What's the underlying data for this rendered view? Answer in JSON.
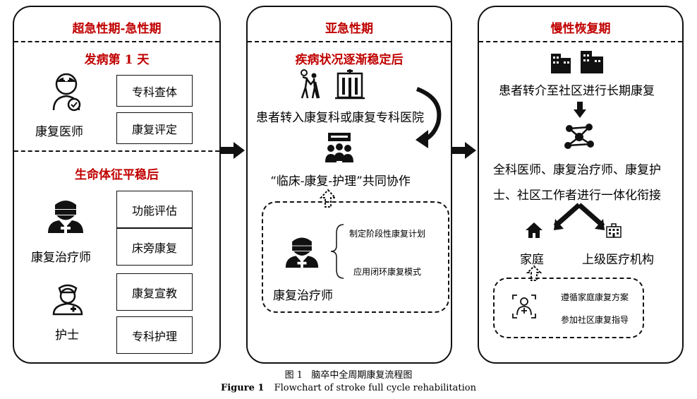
{
  "panels": {
    "hyperacute": {
      "title": "超急性期-急性期",
      "onset": {
        "heading": "发病第 1 天",
        "role": "康复医师",
        "tasks": [
          "专科查体",
          "康复评定"
        ]
      },
      "stable": {
        "heading": "生命体征平稳后",
        "therapist": {
          "role": "康复治疗师",
          "tasks": [
            "功能评估",
            "床旁康复"
          ]
        },
        "nurse": {
          "role": "护士",
          "tasks": [
            "康复宣教",
            "专科护理"
          ]
        }
      }
    },
    "subacute": {
      "title": "亚急性期",
      "heading": "疾病状况逐渐稳定后",
      "transfer": "患者转入康复科或康复专科医院",
      "collab": "“临床-康复-护理”共同协作",
      "role": "康复治疗师",
      "tasks": [
        "制定阶段性康复计划",
        "应用闭环康复模式"
      ]
    },
    "chronic": {
      "title": "慢性恢复期",
      "transfer": "患者转介至社区进行长期康复",
      "team_line1": "全科医师、康复治疗师、康复护",
      "team_line2": "士、社区工作者进行一体化衔接",
      "home": "家庭",
      "hospital": "上级医疗机构",
      "tasks": [
        "遵循家庭康复方案",
        "参加社区康复指导"
      ]
    }
  },
  "caption": {
    "cn": "图 1   脑卒中全周期康复流程图",
    "en_label": "Figure 1",
    "en_text": "Flowchart of stroke full cycle rehabilitation"
  },
  "icons": [
    "doctor-icon",
    "therapist-icon",
    "nurse-icon",
    "elderly-patient-icon",
    "hospital-icon",
    "team-meeting-icon",
    "community-buildings-icon",
    "network-icon",
    "home-icon",
    "clinic-icon",
    "rehab-exercise-icon"
  ]
}
